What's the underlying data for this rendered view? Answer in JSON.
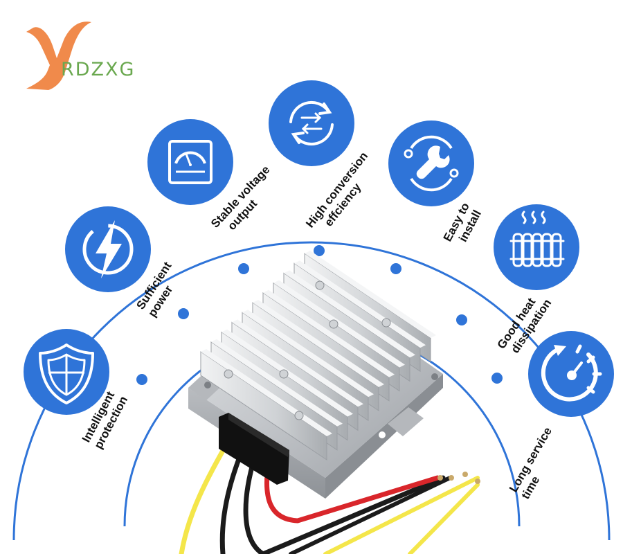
{
  "brand": {
    "logo_letter": "Y",
    "name": "RDZXG",
    "logo_color": "#f08a4b",
    "text_color": "#6aa84f"
  },
  "theme": {
    "accent": "#2f74d8",
    "icon_fill": "#ffffff",
    "text": "#111111"
  },
  "features": [
    {
      "icon": "shield-icon",
      "line1": "Intelligent",
      "line2": "protection"
    },
    {
      "icon": "lightning-icon",
      "line1": "Sufficient",
      "line2": "power"
    },
    {
      "icon": "voltmeter-icon",
      "line1": "Stable voltage",
      "line2": "output"
    },
    {
      "icon": "conversion-arrows-icon",
      "line1": "High conversion",
      "line2": "effciency"
    },
    {
      "icon": "wrench-icon",
      "line1": "Easy to",
      "line2": "install"
    },
    {
      "icon": "radiator-icon",
      "line1": "Good heat",
      "line2": "dissipation"
    },
    {
      "icon": "speedometer-icon",
      "line1": "Long service",
      "line2": "time"
    }
  ],
  "product": {
    "name": "dc-dc converter module",
    "wire_colors": [
      "#f4e64a",
      "#1b1b1b",
      "#1b1b1b",
      "#d9262b"
    ]
  }
}
